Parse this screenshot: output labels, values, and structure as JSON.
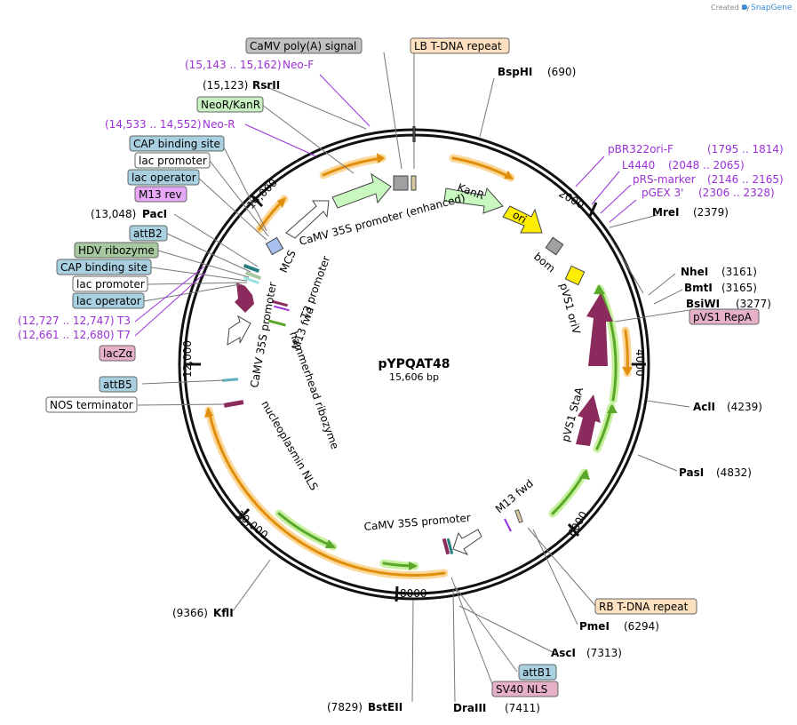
{
  "credit": "Created by",
  "brand": "SnapGene",
  "plasmid": {
    "name": "pYPQAT48",
    "length": "15,606 bp"
  },
  "ticks": [
    "2000",
    "4000",
    "6000",
    "8000",
    "10,000",
    "12,000",
    "14,000"
  ],
  "sites_bold": [
    {
      "id": "bsphi",
      "name": "BspHI",
      "pos": "(690)"
    },
    {
      "id": "mrei",
      "name": "MreI",
      "pos": "(2379)"
    },
    {
      "id": "nhei",
      "name": "NheI",
      "pos": "(3161)"
    },
    {
      "id": "bmti",
      "name": "BmtI",
      "pos": "(3165)"
    },
    {
      "id": "bsiwi",
      "name": "BsiWI",
      "pos": "(3277)"
    },
    {
      "id": "acli",
      "name": "AclI",
      "pos": "(4239)"
    },
    {
      "id": "pasi",
      "name": "PasI",
      "pos": "(4832)"
    },
    {
      "id": "pmei",
      "name": "PmeI",
      "pos": "(6294)"
    },
    {
      "id": "asci",
      "name": "AscI",
      "pos": "(7313)"
    },
    {
      "id": "draiii",
      "name": "DraIII",
      "pos": "(7411)"
    },
    {
      "id": "bsteii",
      "name": "BstEII",
      "pos": "(7829)"
    },
    {
      "id": "kfli",
      "name": "KflI",
      "pos": "(9366)"
    },
    {
      "id": "paci",
      "name": "PacI",
      "pos": "(13,048)"
    },
    {
      "id": "rsrii",
      "name": "RsrII",
      "pos": "(15,123)"
    }
  ],
  "primers": [
    {
      "id": "neof",
      "name": "Neo-F",
      "pos": "(15,143 .. 15,162)"
    },
    {
      "id": "neor",
      "name": "Neo-R",
      "pos": "(14,533 .. 14,552)"
    },
    {
      "id": "t3",
      "name": "T3",
      "pos": "(12,727 .. 12,747)"
    },
    {
      "id": "t7",
      "name": "T7",
      "pos": "(12,661 .. 12,680)"
    },
    {
      "id": "pbr",
      "name": "pBR322ori-F",
      "pos": "(1795 .. 1814)"
    },
    {
      "id": "l4440",
      "name": "L4440",
      "pos": "(2048 .. 2065)"
    },
    {
      "id": "prs",
      "name": "pRS-marker",
      "pos": "(2146 .. 2165)"
    },
    {
      "id": "pgex",
      "name": "pGEX 3'",
      "pos": "(2306 .. 2328)"
    }
  ],
  "boxes": {
    "camv_polya": "CaMV poly(A) signal",
    "lb_tdna": "LB T-DNA repeat",
    "neor_kanr": "NeoR/KanR",
    "cap1": "CAP binding site",
    "lacprom1": "lac promoter",
    "lacop1": "lac operator",
    "m13rev": "M13 rev",
    "attb2": "attB2",
    "hdv": "HDV ribozyme",
    "cap2": "CAP binding site",
    "lacprom2": "lac promoter",
    "lacop2": "lac operator",
    "lacz": "lacZα",
    "attb5": "attB5",
    "nos": "NOS terminator",
    "pvs1repa": "pVS1 RepA",
    "rb_tdna": "RB T-DNA repeat",
    "attb1": "attB1",
    "sv40": "SV40 NLS"
  },
  "inner": {
    "camv35s_enh": "CaMV 35S promoter (enhanced)",
    "kanr": "KanR",
    "ori": "ori",
    "bom": "bom",
    "pvs1ori": "pVS1 oriV",
    "pvs1sta": "pVS1 StaA",
    "m13fwd_b": "M13 fwd",
    "camv35s_b": "CaMV 35S promoter",
    "npl": "nucleoplasmin NLS",
    "hh": "hammerhead ribozyme",
    "camv35s_l": "CaMV 35S promoter",
    "t3prom": "T3 promoter",
    "m13fwd_l": "M13 fwd",
    "mcs": "MCS"
  },
  "colors": {
    "ring": "#111111",
    "orange": "#f39c12",
    "green": "#6abf2e",
    "maroon": "#8b2a5c",
    "yellow": "#ffee00",
    "purple": "#9b30d9",
    "box_grey": "#c0c0c0",
    "box_peach": "#fde0c0",
    "box_green": "#c8f0c0",
    "box_blue": "#a8d0e0",
    "box_violet": "#e6a8f5",
    "box_pink": "#e5b0c8",
    "box_olive": "#a8c8a0"
  }
}
